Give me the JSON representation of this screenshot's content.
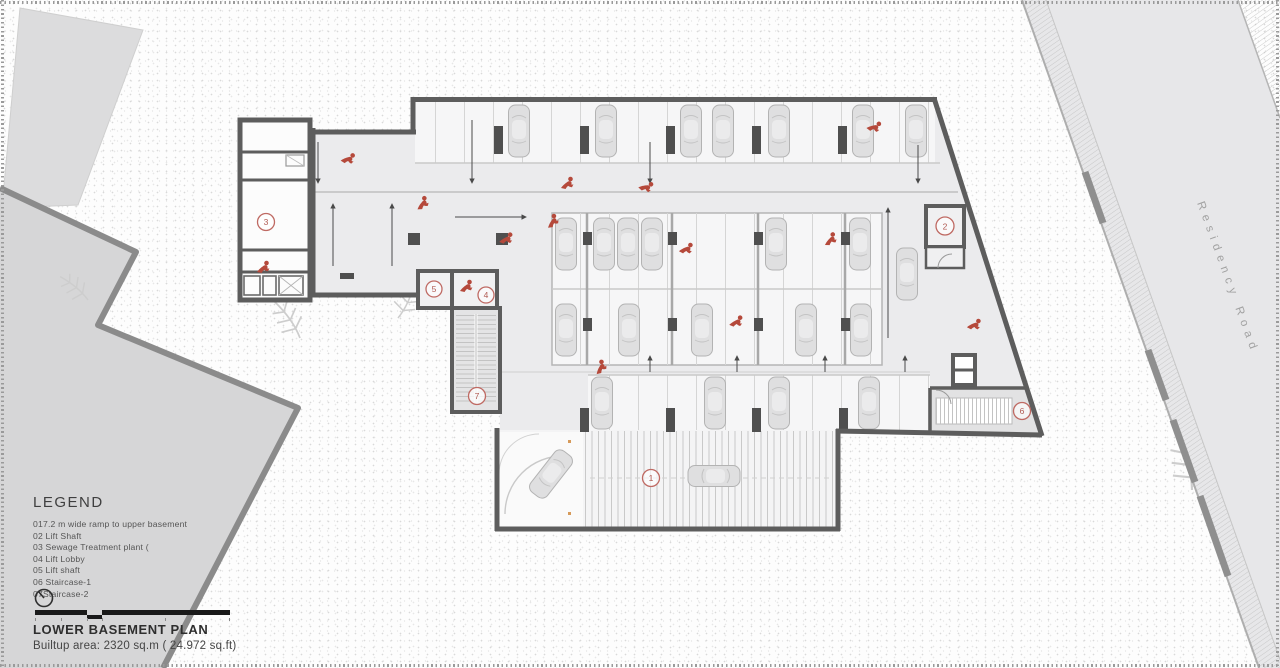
{
  "legend": {
    "title": "LEGEND",
    "items": [
      "017.2 m wide ramp to upper basement",
      "02 Lift Shaft",
      "03 Sewage Treatment plant (",
      "04 Lift Lobby",
      "05 Lift shaft",
      "06 Staircase-1",
      "07Staircase-2"
    ]
  },
  "titleblock": {
    "plan_title": "LOWER BASEMENT PLAN",
    "builtup_area": "Builtup area: 2320 sq.m ( 24.972 sq.ft)"
  },
  "road": {
    "label": "Residency Road"
  },
  "markers": [
    {
      "id": "ramp",
      "label": "1"
    },
    {
      "id": "lift-shaft",
      "label": "2"
    },
    {
      "id": "sewage-treatment-plant",
      "label": "3"
    },
    {
      "id": "lift-lobby",
      "label": "4"
    },
    {
      "id": "lift-shaft-05",
      "label": "5"
    },
    {
      "id": "staircase-1",
      "label": "6"
    },
    {
      "id": "staircase-2",
      "label": "7"
    }
  ],
  "icons": {
    "north": "north-indicator-icon",
    "scale": "scale-bar",
    "car": "car-icon",
    "person": "person-icon",
    "fern": "plant-icon"
  },
  "colors": {
    "accent_red": "#b5493b",
    "marker_red": "#bf6a63",
    "wall_gray": "#5d5d5d",
    "site_gray": "#d7d7d8",
    "road_gray": "#e7e7e9"
  }
}
